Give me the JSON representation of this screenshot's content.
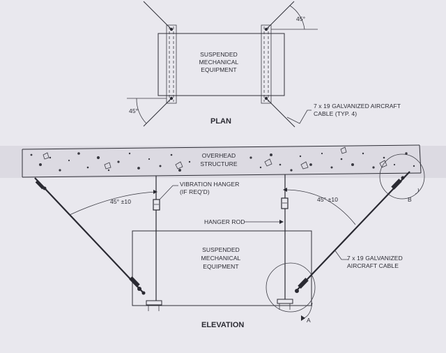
{
  "plan": {
    "equipment_label": [
      "SUSPENDED",
      "MECHANICAL",
      "EQUIPMENT"
    ],
    "angle_top": "45°",
    "angle_left": "45°",
    "cable_note": [
      "7 x 19 GALVANIZED AIRCRAFT",
      "CABLE (TYP. 4)"
    ],
    "title": "PLAN"
  },
  "elevation": {
    "structure_label": [
      "OVERHEAD",
      "STRUCTURE"
    ],
    "vibration_hanger": [
      "VIBRATION HANGER",
      "(IF REQ'D)"
    ],
    "angle_left": "45° ±10",
    "angle_right": "45° ±10",
    "hanger_rod": "HANGER ROD",
    "equipment_label": [
      "SUSPENDED",
      "MECHANICAL",
      "EQUIPMENT"
    ],
    "cable_note": [
      "7 x 19 GALVANIZED",
      "AIRCRAFT CABLE"
    ],
    "detail_a": "A",
    "detail_b": "B",
    "title": "ELEVATION"
  }
}
